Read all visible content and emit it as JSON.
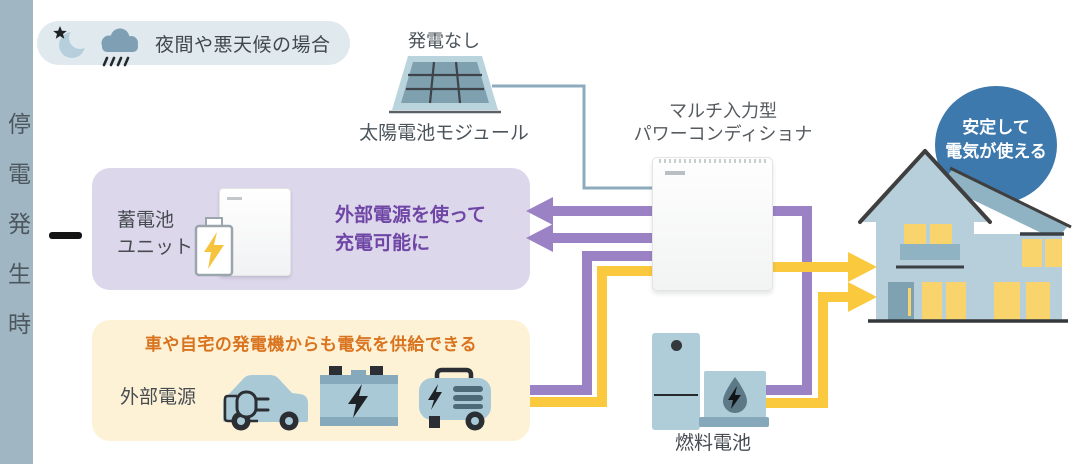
{
  "sidebar": {
    "label": "停電発生時"
  },
  "badge": {
    "label": "夜間や悪天候の場合",
    "icons": [
      "moon-icon",
      "rain-cloud-icon"
    ]
  },
  "solar": {
    "status": "発電なし",
    "label": "太陽電池モジュール"
  },
  "conditioner": {
    "label_line1": "マルチ入力型",
    "label_line2": "パワーコンディショナ"
  },
  "battery_box": {
    "label_line1": "蓄電池",
    "label_line2": "ユニット",
    "note_line1": "外部電源を使って",
    "note_line2": "充電可能に"
  },
  "external_box": {
    "title": "車や自宅の発電機からも電気を供給できる",
    "label": "外部電源",
    "icons": [
      "ev-car-icon",
      "car-battery-icon",
      "generator-icon"
    ]
  },
  "fuel_cell": {
    "label": "燃料電池"
  },
  "house": {
    "bubble_line1": "安定して",
    "bubble_line2": "電気が使える"
  },
  "colors": {
    "band": "#a0b6c2",
    "badge_bg": "#e0e9ed",
    "charge_box_bg": "#ddd7ec",
    "supply_box_bg": "#fdf2d6",
    "purple_flow": "#9b82c5",
    "yellow_flow": "#fbc93e",
    "solar_line": "#8cabbc",
    "note_purple": "#6f46a5",
    "accent_orange": "#d9731e",
    "bubble_blue": "#3e79ad",
    "icon_blue": "#a9c9d6",
    "house_wall": "#b7cfda",
    "house_roof": "#8fb3c2",
    "window_yellow": "#f9d36b"
  }
}
